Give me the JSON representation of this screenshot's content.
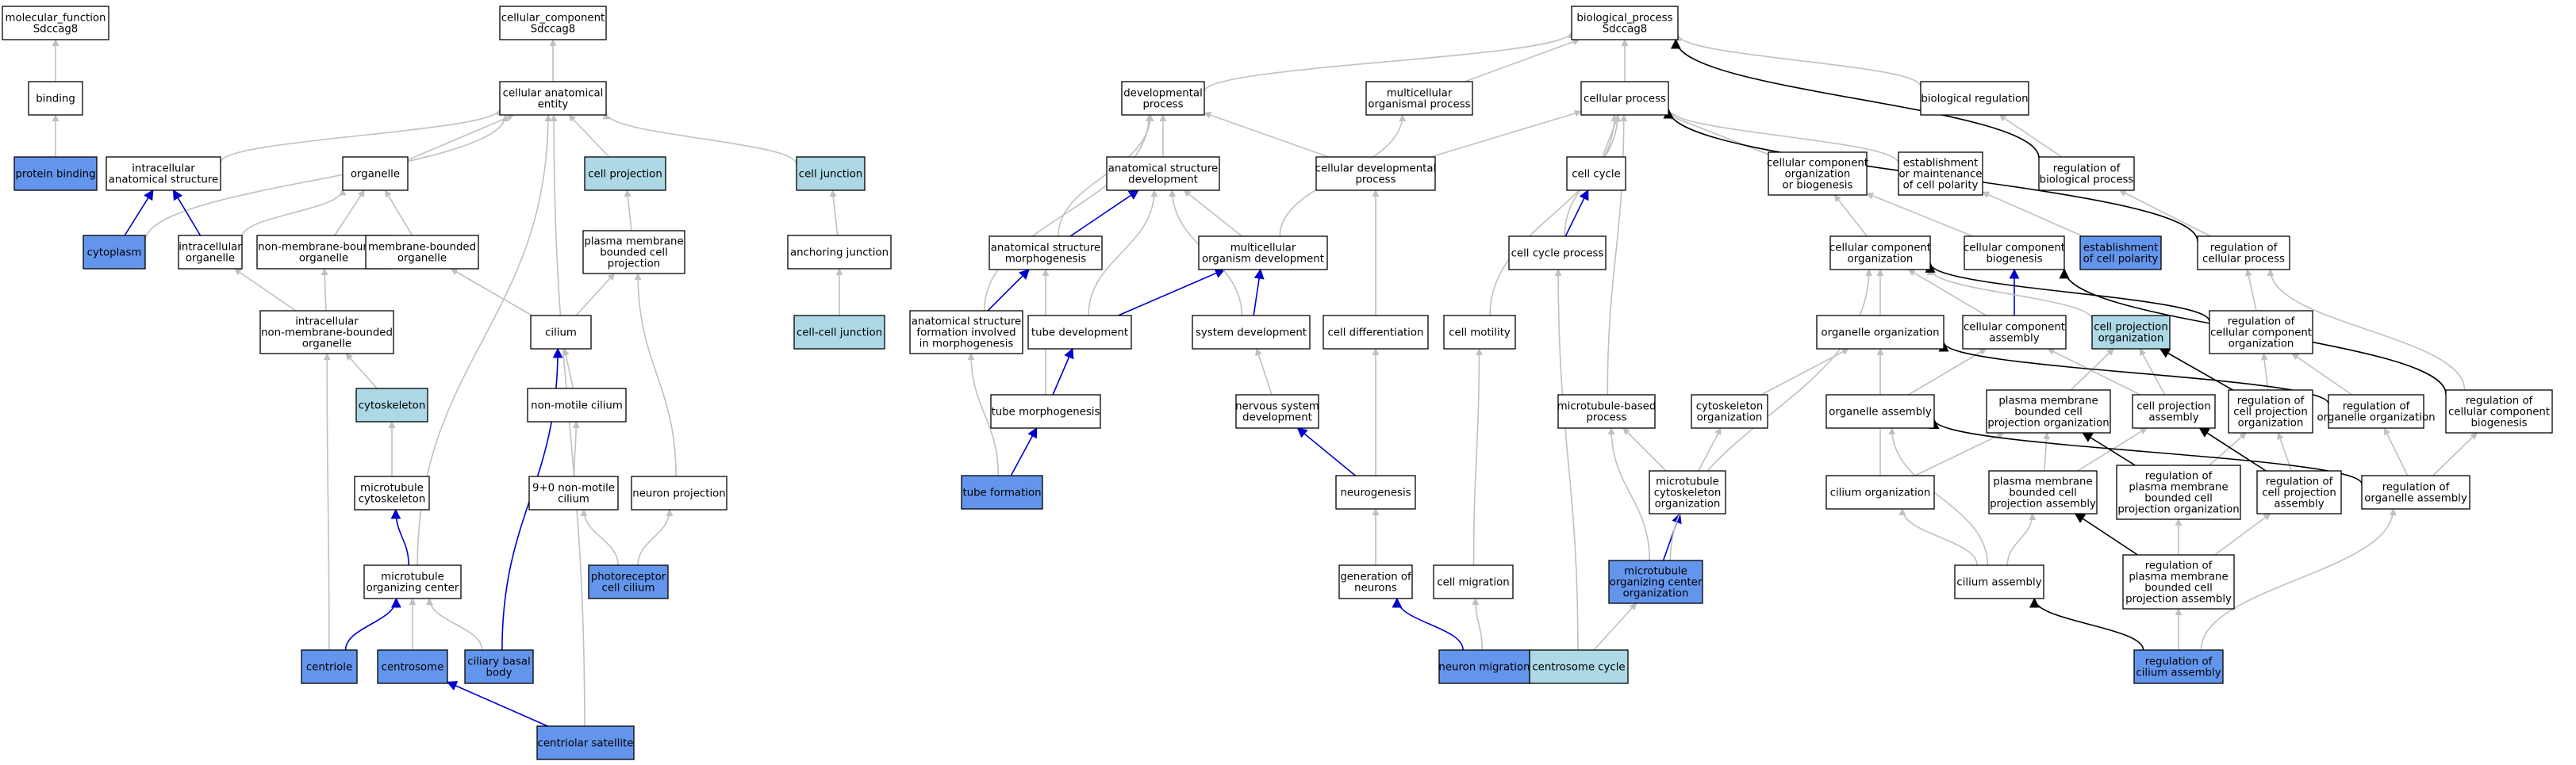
{
  "colors": {
    "default_fill": "#ffffff",
    "annotated_fill": "#6495ed",
    "related_fill": "#add8e6",
    "edge_is_a": "#c0c0c0",
    "edge_part_of": "#0000cc",
    "edge_regulates": "#000000"
  },
  "nodes": [
    {
      "id": "mf",
      "lines": [
        "molecular_function",
        "Sdccag8"
      ],
      "style": "default"
    },
    {
      "id": "binding",
      "lines": [
        "binding"
      ],
      "style": "default"
    },
    {
      "id": "protein_binding",
      "lines": [
        "protein binding"
      ],
      "style": "annotated"
    },
    {
      "id": "cc",
      "lines": [
        "cellular_component",
        "Sdccag8"
      ],
      "style": "default"
    },
    {
      "id": "cae",
      "lines": [
        "cellular anatomical",
        "entity"
      ],
      "style": "default"
    },
    {
      "id": "ias",
      "lines": [
        "intracellular",
        "anatomical structure"
      ],
      "style": "default"
    },
    {
      "id": "organelle",
      "lines": [
        "organelle"
      ],
      "style": "default"
    },
    {
      "id": "cell_projection",
      "lines": [
        "cell projection"
      ],
      "style": "related"
    },
    {
      "id": "cell_junction",
      "lines": [
        "cell junction"
      ],
      "style": "related"
    },
    {
      "id": "cytoplasm",
      "lines": [
        "cytoplasm"
      ],
      "style": "annotated"
    },
    {
      "id": "io",
      "lines": [
        "intracellular",
        "organelle"
      ],
      "style": "default"
    },
    {
      "id": "nmbo",
      "lines": [
        "non-membrane-bounded",
        "organelle"
      ],
      "style": "default"
    },
    {
      "id": "mbo",
      "lines": [
        "membrane-bounded",
        "organelle"
      ],
      "style": "default"
    },
    {
      "id": "pmbcp",
      "lines": [
        "plasma membrane",
        "bounded cell",
        "projection"
      ],
      "style": "default"
    },
    {
      "id": "anchoring_junction",
      "lines": [
        "anchoring junction"
      ],
      "style": "default"
    },
    {
      "id": "inmbo",
      "lines": [
        "intracellular",
        "non-membrane-bounded",
        "organelle"
      ],
      "style": "default"
    },
    {
      "id": "cilium",
      "lines": [
        "cilium"
      ],
      "style": "default"
    },
    {
      "id": "ccj",
      "lines": [
        "cell-cell junction"
      ],
      "style": "related"
    },
    {
      "id": "cytoskeleton",
      "lines": [
        "cytoskeleton"
      ],
      "style": "related"
    },
    {
      "id": "nmc",
      "lines": [
        "non-motile cilium"
      ],
      "style": "default"
    },
    {
      "id": "mtc",
      "lines": [
        "microtubule",
        "cytoskeleton"
      ],
      "style": "default"
    },
    {
      "id": "nmc90",
      "lines": [
        "9+0 non-motile",
        "cilium"
      ],
      "style": "default"
    },
    {
      "id": "neuron_projection",
      "lines": [
        "neuron projection"
      ],
      "style": "default"
    },
    {
      "id": "mtoc",
      "lines": [
        "microtubule",
        "organizing center"
      ],
      "style": "default"
    },
    {
      "id": "pcc",
      "lines": [
        "photoreceptor",
        "cell cilium"
      ],
      "style": "annotated"
    },
    {
      "id": "centriole",
      "lines": [
        "centriole"
      ],
      "style": "annotated"
    },
    {
      "id": "centrosome",
      "lines": [
        "centrosome"
      ],
      "style": "annotated"
    },
    {
      "id": "cbb",
      "lines": [
        "ciliary basal",
        "body"
      ],
      "style": "annotated"
    },
    {
      "id": "centriolar_satellite",
      "lines": [
        "centriolar satellite"
      ],
      "style": "annotated"
    },
    {
      "id": "bp",
      "lines": [
        "biological_process",
        "Sdccag8"
      ],
      "style": "default"
    },
    {
      "id": "dev_proc",
      "lines": [
        "developmental",
        "process"
      ],
      "style": "default"
    },
    {
      "id": "mop",
      "lines": [
        "multicellular",
        "organismal process"
      ],
      "style": "default"
    },
    {
      "id": "cellular_process",
      "lines": [
        "cellular process"
      ],
      "style": "default"
    },
    {
      "id": "bio_reg",
      "lines": [
        "biological regulation"
      ],
      "style": "default"
    },
    {
      "id": "asd",
      "lines": [
        "anatomical structure",
        "development"
      ],
      "style": "default"
    },
    {
      "id": "cdp",
      "lines": [
        "cellular developmental",
        "process"
      ],
      "style": "default"
    },
    {
      "id": "cell_cycle",
      "lines": [
        "cell cycle"
      ],
      "style": "default"
    },
    {
      "id": "ccob",
      "lines": [
        "cellular component",
        "organization",
        "or biogenesis"
      ],
      "style": "default"
    },
    {
      "id": "emcp",
      "lines": [
        "establishment",
        "or maintenance",
        "of cell polarity"
      ],
      "style": "default"
    },
    {
      "id": "rbp",
      "lines": [
        "regulation of",
        "biological process"
      ],
      "style": "default"
    },
    {
      "id": "asm",
      "lines": [
        "anatomical structure",
        "morphogenesis"
      ],
      "style": "default"
    },
    {
      "id": "mod",
      "lines": [
        "multicellular",
        "organism development"
      ],
      "style": "default"
    },
    {
      "id": "ccp",
      "lines": [
        "cell cycle process"
      ],
      "style": "default"
    },
    {
      "id": "cco",
      "lines": [
        "cellular component",
        "organization"
      ],
      "style": "default"
    },
    {
      "id": "ccb",
      "lines": [
        "cellular component",
        "biogenesis"
      ],
      "style": "default"
    },
    {
      "id": "ecp",
      "lines": [
        "establishment",
        "of cell polarity"
      ],
      "style": "annotated"
    },
    {
      "id": "rcp",
      "lines": [
        "regulation of",
        "cellular process"
      ],
      "style": "default"
    },
    {
      "id": "asfim",
      "lines": [
        "anatomical structure",
        "formation involved",
        "in morphogenesis"
      ],
      "style": "default"
    },
    {
      "id": "tube_dev",
      "lines": [
        "tube development"
      ],
      "style": "default"
    },
    {
      "id": "sys_dev",
      "lines": [
        "system development"
      ],
      "style": "default"
    },
    {
      "id": "cell_diff",
      "lines": [
        "cell differentiation"
      ],
      "style": "default"
    },
    {
      "id": "cell_motility",
      "lines": [
        "cell motility"
      ],
      "style": "default"
    },
    {
      "id": "organelle_org",
      "lines": [
        "organelle organization"
      ],
      "style": "default"
    },
    {
      "id": "cca",
      "lines": [
        "cellular component",
        "assembly"
      ],
      "style": "default"
    },
    {
      "id": "cpo",
      "lines": [
        "cell projection",
        "organization"
      ],
      "style": "related"
    },
    {
      "id": "rcco",
      "lines": [
        "regulation of",
        "cellular component",
        "organization"
      ],
      "style": "default"
    },
    {
      "id": "tube_morph",
      "lines": [
        "tube morphogenesis"
      ],
      "style": "default"
    },
    {
      "id": "nsd",
      "lines": [
        "nervous system",
        "development"
      ],
      "style": "default"
    },
    {
      "id": "mbp",
      "lines": [
        "microtubule-based",
        "process"
      ],
      "style": "default"
    },
    {
      "id": "csko",
      "lines": [
        "cytoskeleton",
        "organization"
      ],
      "style": "default"
    },
    {
      "id": "oa",
      "lines": [
        "organelle assembly"
      ],
      "style": "default"
    },
    {
      "id": "pmbcpo",
      "lines": [
        "plasma membrane",
        "bounded cell",
        "projection organization"
      ],
      "style": "default"
    },
    {
      "id": "cpa",
      "lines": [
        "cell projection",
        "assembly"
      ],
      "style": "default"
    },
    {
      "id": "rcpo",
      "lines": [
        "regulation of",
        "cell projection",
        "organization"
      ],
      "style": "default"
    },
    {
      "id": "roo",
      "lines": [
        "regulation of",
        "organelle organization"
      ],
      "style": "default"
    },
    {
      "id": "rccb",
      "lines": [
        "regulation of",
        "cellular component",
        "biogenesis"
      ],
      "style": "default"
    },
    {
      "id": "tube_formation",
      "lines": [
        "tube formation"
      ],
      "style": "annotated"
    },
    {
      "id": "neurogenesis",
      "lines": [
        "neurogenesis"
      ],
      "style": "default"
    },
    {
      "id": "mtcso",
      "lines": [
        "microtubule",
        "cytoskeleton",
        "organization"
      ],
      "style": "default"
    },
    {
      "id": "cilium_org",
      "lines": [
        "cilium organization"
      ],
      "style": "default"
    },
    {
      "id": "pmbcpa",
      "lines": [
        "plasma membrane",
        "bounded cell",
        "projection assembly"
      ],
      "style": "default"
    },
    {
      "id": "rpmbcpo",
      "lines": [
        "regulation of",
        "plasma membrane",
        "bounded cell",
        "projection organization"
      ],
      "style": "default"
    },
    {
      "id": "rcpa",
      "lines": [
        "regulation of",
        "cell projection",
        "assembly"
      ],
      "style": "default"
    },
    {
      "id": "roa",
      "lines": [
        "regulation of",
        "organelle assembly"
      ],
      "style": "default"
    },
    {
      "id": "gon",
      "lines": [
        "generation of",
        "neurons"
      ],
      "style": "default"
    },
    {
      "id": "cell_migration",
      "lines": [
        "cell migration"
      ],
      "style": "default"
    },
    {
      "id": "mtoco",
      "lines": [
        "microtubule",
        "organizing center",
        "organization"
      ],
      "style": "annotated"
    },
    {
      "id": "cilium_assembly",
      "lines": [
        "cilium assembly"
      ],
      "style": "default"
    },
    {
      "id": "rpmbcpa",
      "lines": [
        "regulation of",
        "plasma membrane",
        "bounded cell",
        "projection assembly"
      ],
      "style": "default"
    },
    {
      "id": "neuron_migration",
      "lines": [
        "neuron migration"
      ],
      "style": "annotated"
    },
    {
      "id": "centrosome_cycle",
      "lines": [
        "centrosome cycle"
      ],
      "style": "related"
    },
    {
      "id": "rca",
      "lines": [
        "regulation of",
        "cilium assembly"
      ],
      "style": "annotated"
    }
  ],
  "edges": [
    [
      "binding",
      "mf",
      "is_a"
    ],
    [
      "protein_binding",
      "binding",
      "is_a"
    ],
    [
      "cae",
      "cc",
      "is_a"
    ],
    [
      "ias",
      "cae",
      "is_a"
    ],
    [
      "organelle",
      "cae",
      "is_a"
    ],
    [
      "cell_projection",
      "cae",
      "is_a"
    ],
    [
      "cell_junction",
      "cae",
      "is_a"
    ],
    [
      "cytoplasm",
      "cae",
      "is_a"
    ],
    [
      "cytoplasm",
      "ias",
      "part_of"
    ],
    [
      "io",
      "ias",
      "part_of"
    ],
    [
      "io",
      "organelle",
      "is_a"
    ],
    [
      "nmbo",
      "organelle",
      "is_a"
    ],
    [
      "mbo",
      "organelle",
      "is_a"
    ],
    [
      "pmbcp",
      "cell_projection",
      "is_a"
    ],
    [
      "anchoring_junction",
      "cell_junction",
      "is_a"
    ],
    [
      "inmbo",
      "io",
      "is_a"
    ],
    [
      "inmbo",
      "nmbo",
      "is_a"
    ],
    [
      "cilium",
      "pmbcp",
      "is_a"
    ],
    [
      "cilium",
      "mbo",
      "is_a"
    ],
    [
      "ccj",
      "anchoring_junction",
      "is_a"
    ],
    [
      "cytoskeleton",
      "inmbo",
      "is_a"
    ],
    [
      "nmc",
      "cilium",
      "is_a"
    ],
    [
      "mtc",
      "cytoskeleton",
      "is_a"
    ],
    [
      "nmc90",
      "nmc",
      "is_a"
    ],
    [
      "neuron_projection",
      "pmbcp",
      "is_a"
    ],
    [
      "mtoc",
      "mtc",
      "part_of"
    ],
    [
      "mtoc",
      "cae",
      "is_a"
    ],
    [
      "pcc",
      "nmc90",
      "is_a"
    ],
    [
      "pcc",
      "neuron_projection",
      "is_a"
    ],
    [
      "centriole",
      "inmbo",
      "is_a"
    ],
    [
      "centriole",
      "mtoc",
      "part_of"
    ],
    [
      "centrosome",
      "mtoc",
      "is_a"
    ],
    [
      "cbb",
      "mtoc",
      "is_a"
    ],
    [
      "cbb",
      "cilium",
      "part_of"
    ],
    [
      "centriolar_satellite",
      "centrosome",
      "part_of"
    ],
    [
      "centriolar_satellite",
      "cae",
      "is_a"
    ],
    [
      "dev_proc",
      "bp",
      "is_a"
    ],
    [
      "mop",
      "bp",
      "is_a"
    ],
    [
      "cellular_process",
      "bp",
      "is_a"
    ],
    [
      "bio_reg",
      "bp",
      "is_a"
    ],
    [
      "rbp",
      "bio_reg",
      "is_a"
    ],
    [
      "rbp",
      "bp",
      "regulates"
    ],
    [
      "asd",
      "dev_proc",
      "is_a"
    ],
    [
      "cdp",
      "dev_proc",
      "is_a"
    ],
    [
      "cdp",
      "cellular_process",
      "is_a"
    ],
    [
      "cell_cycle",
      "cellular_process",
      "is_a"
    ],
    [
      "ccob",
      "cellular_process",
      "is_a"
    ],
    [
      "emcp",
      "cellular_process",
      "is_a"
    ],
    [
      "asm",
      "asd",
      "part_of"
    ],
    [
      "asm",
      "dev_proc",
      "is_a"
    ],
    [
      "mod",
      "asd",
      "is_a"
    ],
    [
      "mod",
      "mop",
      "is_a"
    ],
    [
      "ccp",
      "cell_cycle",
      "part_of"
    ],
    [
      "ccp",
      "cellular_process",
      "is_a"
    ],
    [
      "cco",
      "ccob",
      "is_a"
    ],
    [
      "ccb",
      "ccob",
      "is_a"
    ],
    [
      "ecp",
      "emcp",
      "is_a"
    ],
    [
      "rcp",
      "rbp",
      "is_a"
    ],
    [
      "rcp",
      "cellular_process",
      "regulates"
    ],
    [
      "asfim",
      "asm",
      "part_of"
    ],
    [
      "asfim",
      "dev_proc",
      "is_a"
    ],
    [
      "tube_dev",
      "mod",
      "part_of"
    ],
    [
      "tube_dev",
      "asd",
      "is_a"
    ],
    [
      "sys_dev",
      "mod",
      "part_of"
    ],
    [
      "sys_dev",
      "asd",
      "is_a"
    ],
    [
      "cell_diff",
      "cdp",
      "is_a"
    ],
    [
      "cell_motility",
      "cellular_process",
      "is_a"
    ],
    [
      "organelle_org",
      "cco",
      "is_a"
    ],
    [
      "cca",
      "ccb",
      "part_of"
    ],
    [
      "cca",
      "cco",
      "is_a"
    ],
    [
      "cpo",
      "cco",
      "is_a"
    ],
    [
      "rcco",
      "rcp",
      "is_a"
    ],
    [
      "rcco",
      "cco",
      "regulates"
    ],
    [
      "tube_morph",
      "tube_dev",
      "part_of"
    ],
    [
      "tube_morph",
      "asm",
      "is_a"
    ],
    [
      "nsd",
      "sys_dev",
      "is_a"
    ],
    [
      "mbp",
      "cellular_process",
      "is_a"
    ],
    [
      "csko",
      "organelle_org",
      "is_a"
    ],
    [
      "oa",
      "organelle_org",
      "is_a"
    ],
    [
      "oa",
      "cca",
      "is_a"
    ],
    [
      "pmbcpo",
      "cpo",
      "is_a"
    ],
    [
      "cpa",
      "cpo",
      "is_a"
    ],
    [
      "cpa",
      "cca",
      "is_a"
    ],
    [
      "rcpo",
      "rcco",
      "is_a"
    ],
    [
      "rcpo",
      "cpo",
      "regulates"
    ],
    [
      "roo",
      "rcco",
      "is_a"
    ],
    [
      "roo",
      "organelle_org",
      "regulates"
    ],
    [
      "rccb",
      "rcp",
      "is_a"
    ],
    [
      "rccb",
      "ccb",
      "regulates"
    ],
    [
      "tube_formation",
      "tube_morph",
      "part_of"
    ],
    [
      "tube_formation",
      "asfim",
      "is_a"
    ],
    [
      "neurogenesis",
      "nsd",
      "part_of"
    ],
    [
      "neurogenesis",
      "cell_diff",
      "is_a"
    ],
    [
      "mtcso",
      "csko",
      "is_a"
    ],
    [
      "mtcso",
      "mbp",
      "is_a"
    ],
    [
      "cilium_org",
      "organelle_org",
      "is_a"
    ],
    [
      "cilium_org",
      "pmbcpo",
      "is_a"
    ],
    [
      "pmbcpa",
      "pmbcpo",
      "is_a"
    ],
    [
      "pmbcpa",
      "cpa",
      "is_a"
    ],
    [
      "rpmbcpo",
      "rcpo",
      "is_a"
    ],
    [
      "rpmbcpo",
      "pmbcpo",
      "regulates"
    ],
    [
      "rcpa",
      "rcpo",
      "is_a"
    ],
    [
      "rcpa",
      "cpa",
      "regulates"
    ],
    [
      "roa",
      "roo",
      "is_a"
    ],
    [
      "roa",
      "rccb",
      "is_a"
    ],
    [
      "roa",
      "oa",
      "regulates"
    ],
    [
      "gon",
      "neurogenesis",
      "is_a"
    ],
    [
      "cell_migration",
      "cell_motility",
      "is_a"
    ],
    [
      "mtoco",
      "mtcso",
      "part_of"
    ],
    [
      "mtoco",
      "mbp",
      "is_a"
    ],
    [
      "mtoco",
      "cco",
      "is_a"
    ],
    [
      "cilium_assembly",
      "cilium_org",
      "is_a"
    ],
    [
      "cilium_assembly",
      "oa",
      "is_a"
    ],
    [
      "cilium_assembly",
      "pmbcpa",
      "is_a"
    ],
    [
      "rpmbcpa",
      "rpmbcpo",
      "is_a"
    ],
    [
      "rpmbcpa",
      "rcpa",
      "is_a"
    ],
    [
      "rpmbcpa",
      "pmbcpa",
      "regulates"
    ],
    [
      "neuron_migration",
      "gon",
      "part_of"
    ],
    [
      "neuron_migration",
      "cell_migration",
      "is_a"
    ],
    [
      "centrosome_cycle",
      "mtoco",
      "is_a"
    ],
    [
      "centrosome_cycle",
      "ccp",
      "is_a"
    ],
    [
      "rca",
      "rpmbcpa",
      "is_a"
    ],
    [
      "rca",
      "roa",
      "is_a"
    ],
    [
      "rca",
      "cilium_assembly",
      "regulates"
    ]
  ]
}
